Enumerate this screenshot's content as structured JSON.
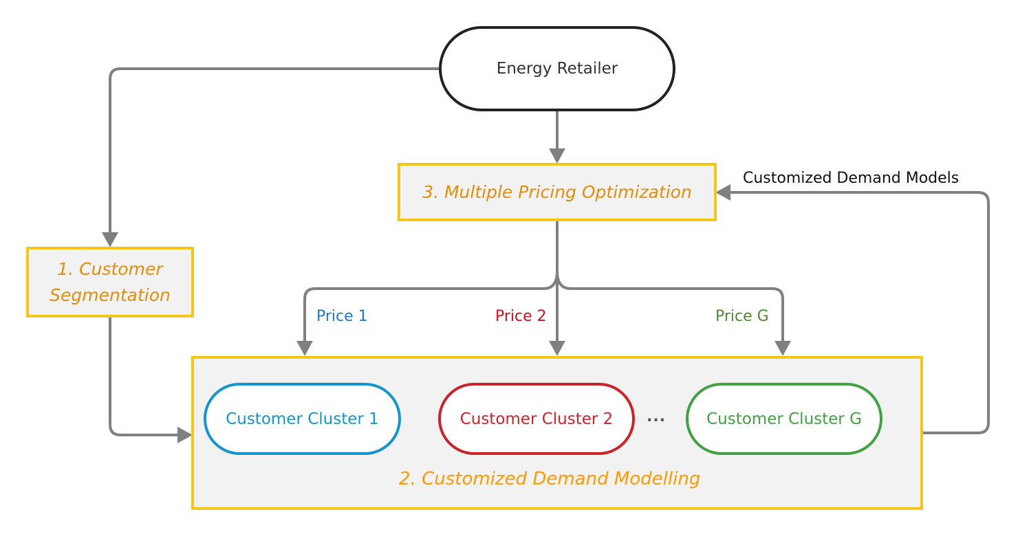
{
  "nodes": {
    "energy_retailer": {
      "label": "Energy Retailer",
      "color": "#222222"
    },
    "pricing": {
      "label": "3. Multiple Pricing Optimization",
      "color": "#e08e0b"
    },
    "segmentation": {
      "line1": "1. Customer",
      "line2": "Segmentation",
      "color": "#e08e0b"
    },
    "demand_modelling": {
      "label": "2. Customized Demand Modelling",
      "color": "#ff9900"
    },
    "clusters": [
      {
        "label": "Customer Cluster 1",
        "color": "#1694cc"
      },
      {
        "label": "Customer Cluster 2",
        "color": "#c9242c"
      },
      {
        "label": "Customer Cluster G",
        "color": "#43a043"
      }
    ],
    "ellipsis": "..."
  },
  "edges": {
    "prices": [
      {
        "label": "Price 1",
        "color": "#1f78c1"
      },
      {
        "label": "Price 2",
        "color": "#c4121c"
      },
      {
        "label": "Price G",
        "color": "#4e8a34"
      }
    ],
    "feedback_label": "Customized Demand Models"
  },
  "colors": {
    "arrow": "#808080",
    "box_border": "#f5c518",
    "box_fill": "#f2f2f2"
  }
}
